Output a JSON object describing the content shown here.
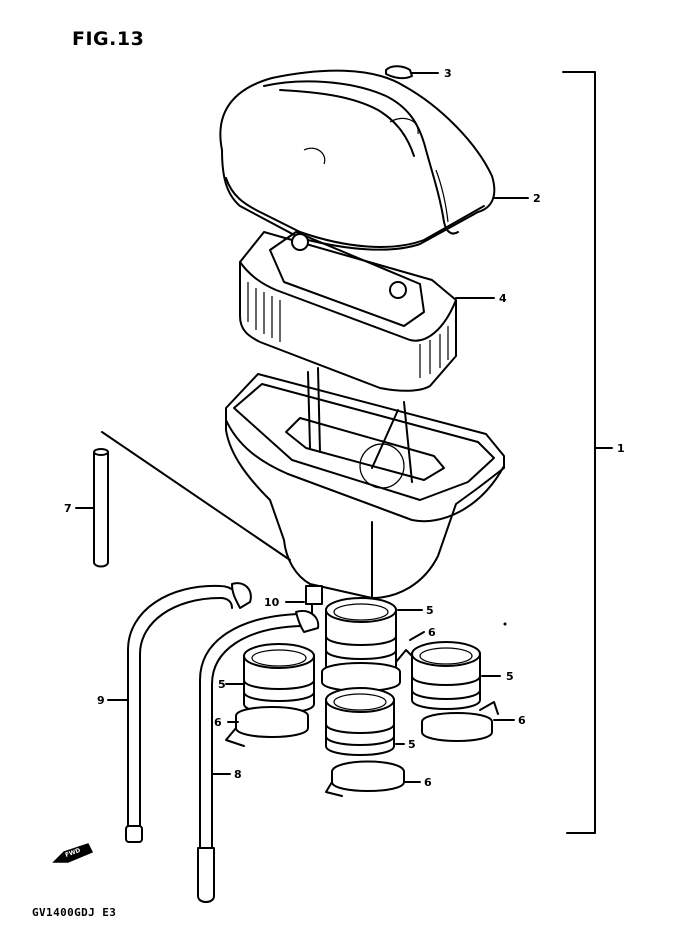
{
  "figure_title": "FIG.13",
  "model_code": "GV1400GDJ  E3",
  "arrow_label": "FWD",
  "callouts": {
    "p1": "1",
    "p2": "2",
    "p3": "3",
    "p4": "4",
    "p5a": "5",
    "p5b": "5",
    "p5c": "5",
    "p5d": "5",
    "p6a": "6",
    "p6b": "6",
    "p6c": "6",
    "p6d": "6",
    "p7": "7",
    "p8": "8",
    "p9": "9",
    "p10": "10"
  }
}
